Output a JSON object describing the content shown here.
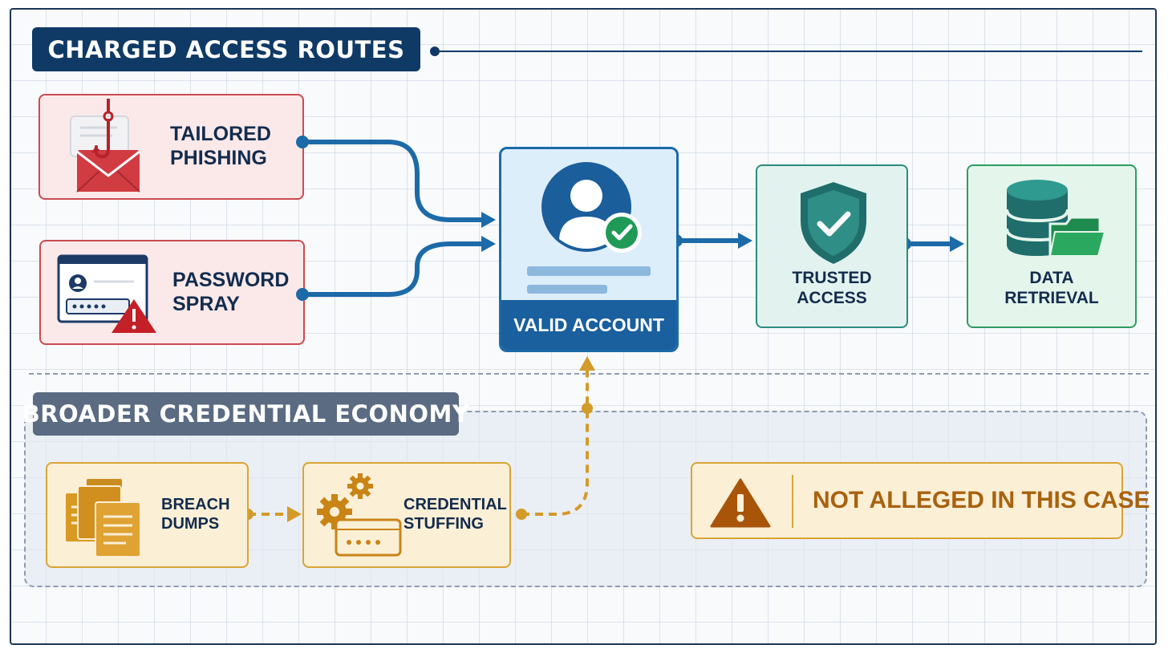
{
  "sections": {
    "charged_title": "CHARGED ACCESS ROUTES",
    "broader_title": "BROADER CREDENTIAL ECONOMY"
  },
  "nodes": {
    "tailored_phishing": "TAILORED\nPHISHING",
    "password_spray": "PASSWORD\nSPRAY",
    "valid_account": "VALID ACCOUNT",
    "trusted_access": "TRUSTED\nACCESS",
    "data_retrieval": "DATA\nRETRIEVAL",
    "breach_dumps": "BREACH\nDUMPS",
    "credential_stuffing": "CREDENTIAL\nSTUFFING"
  },
  "notice": "NOT ALLEGED IN THIS CASE",
  "icons": {
    "phishing": "phishing-hook-envelope-icon",
    "spray": "login-form-warning-icon",
    "account": "user-check-icon",
    "trusted": "shield-check-icon",
    "data": "database-folder-icon",
    "dumps": "documents-stack-icon",
    "stuffing": "gears-login-form-icon",
    "warning": "warning-triangle-icon"
  },
  "colors": {
    "navy": "#0f3a66",
    "flow_blue": "#1c6aa8",
    "red": "#cc4a50",
    "teal": "#2c8a80",
    "green": "#2f9c62",
    "amber": "#d9a535",
    "slate": "#5a6b82"
  }
}
